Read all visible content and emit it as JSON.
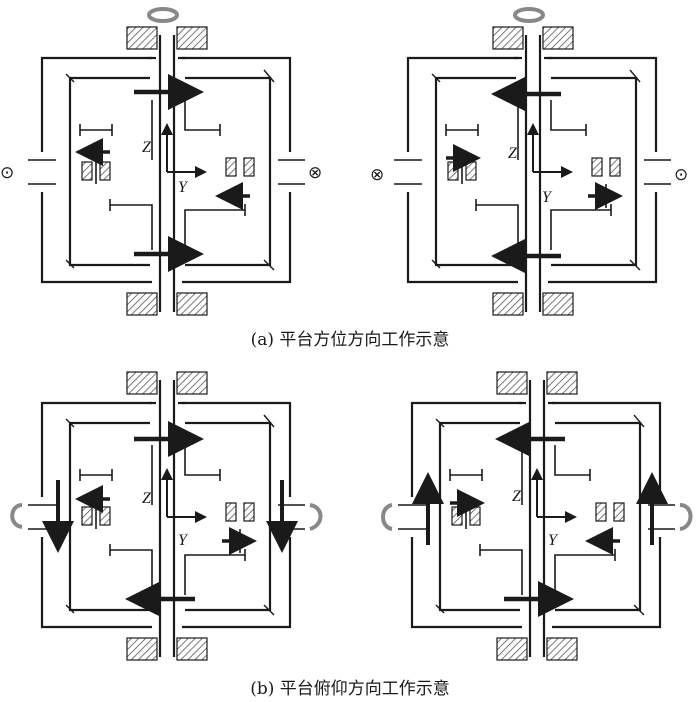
{
  "captions": {
    "a": "(a) 平台方位方向工作示意",
    "b": "(b) 平台俯仰方向工作示意"
  },
  "axis_labels": {
    "z": "Z",
    "y": "Y"
  },
  "symbols": {
    "dot": "⊙",
    "cross": "⊗"
  },
  "colors": {
    "line": "#1a1a1a",
    "hatch": "#555555",
    "rotate_arrow": "#888888"
  }
}
